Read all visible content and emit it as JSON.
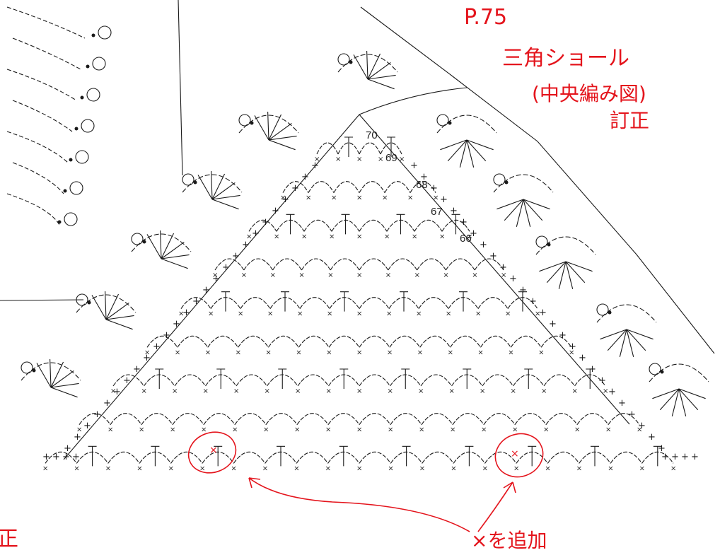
{
  "page_ref": "P.75",
  "title": "三角ショール",
  "subtitle": "(中央編み図)",
  "correction_label": "訂正",
  "left_edge_fragment": "正",
  "note_label": "×を追加",
  "row_numbers": [
    "70",
    "69",
    "68",
    "67",
    "66"
  ],
  "colors": {
    "annotation": "#e4141c",
    "ink": "#1a1a1a",
    "paper": "#ffffff"
  },
  "diagram": {
    "rows_visible": 9,
    "stitch_symbols": [
      "chain-loop",
      "single-crochet-x",
      "double-crochet-fan",
      "picot-ring"
    ],
    "highlighted_additions": 2
  }
}
